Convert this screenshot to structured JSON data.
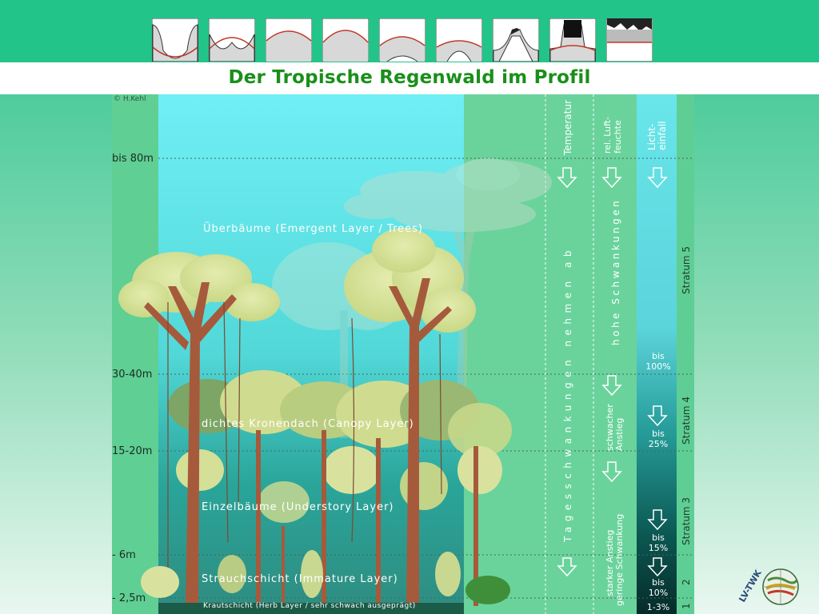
{
  "title": "Der Tropische Regenwald im Profil",
  "copyright": "© H.Kehl",
  "heights": [
    {
      "label": "bis 80m",
      "m": 80
    },
    {
      "label": "30-40m",
      "m": 35
    },
    {
      "label": "15-20m",
      "m": 17
    },
    {
      "label": "- 6m",
      "m": 6
    },
    {
      "label": "- 2,5m",
      "m": 2.5
    }
  ],
  "layers": [
    {
      "label": "Überbäume (Emergent Layer / Trees)"
    },
    {
      "label": "dichtes Kronendach (Canopy Layer)"
    },
    {
      "label": "Einzelbäume (Understory Layer)"
    },
    {
      "label": "Strauchschicht (Immature Layer)"
    },
    {
      "label": "Krautschicht (Herb Layer / sehr schwach ausgeprägt)"
    }
  ],
  "columns": {
    "temperature": {
      "header": "Temperatur",
      "text1": "Tagesschwankungen nehmen ab"
    },
    "humidity": {
      "header_line1": "rel. Luft-",
      "header_line2": "feuchte",
      "text1": "hohe Schwankungen",
      "text2_line1": "schwacher",
      "text2_line2": "Anstieg",
      "text3_line1": "starker Anstieg",
      "text3_line2": "geringe Schwankung"
    },
    "light": {
      "header_line1": "Licht-",
      "header_line2": "einfall",
      "values": [
        {
          "line1": "bis",
          "line2": "100%"
        },
        {
          "line1": "bis",
          "line2": "25%"
        },
        {
          "line1": "bis",
          "line2": "15%"
        },
        {
          "line1": "bis",
          "line2": "10%"
        },
        {
          "line1": "1-3%",
          "line2": ""
        }
      ]
    }
  },
  "strata": [
    {
      "label": "Stratum 5"
    },
    {
      "label": "Stratum 4"
    },
    {
      "label": "Stratum 3"
    },
    {
      "label": "2"
    },
    {
      "label": "1"
    }
  ],
  "logo_text": "LV-TWK",
  "colors": {
    "sky": "#7ff2f6",
    "canopy_fill": "#d7e59a",
    "trunk": "#a65a3c",
    "panel_green": "#6fd39b",
    "title_green": "#1a8f1a"
  }
}
